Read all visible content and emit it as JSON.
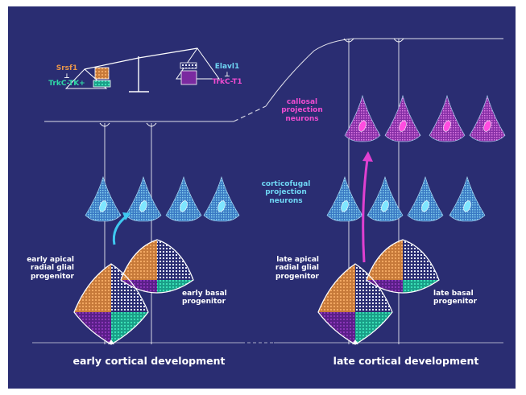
{
  "labels": {
    "srsf1": "Srsf1",
    "trkc_tk": "TrkC-TK+",
    "elavl1": "Elavl1",
    "trkc_t1": "TrkC-T1",
    "callosal": "callosal\nprojection\nneurons",
    "corticofugal": "corticofugal\nprojection\nneurons",
    "early_apical": "early apical\nradial glial\nprogenitor",
    "early_basal": "early basal\nprogenitor",
    "late_apical": "late apical\nradial glial\nprogenitor",
    "late_basal": "late basal\nprogenitor",
    "early_dev": "early cortical development",
    "late_dev": "late cortical development"
  },
  "colors": {
    "background": "#2a2d72",
    "cyan_neuron": "#6fd6f4",
    "magenta_neuron": "#f04cd2",
    "orange": "#e8954a",
    "green": "#2fd9a6",
    "purple": "#7a2aa0"
  }
}
